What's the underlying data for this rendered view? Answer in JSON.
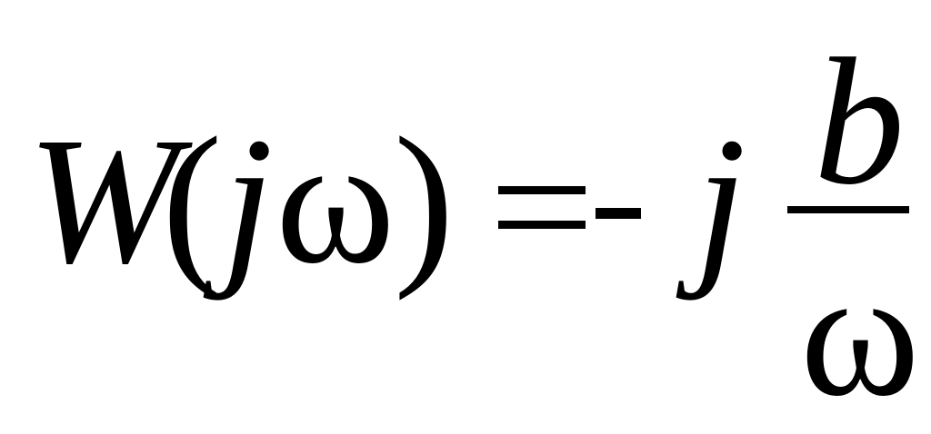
{
  "formula": {
    "function_name": "W",
    "open_paren": "(",
    "arg_imaginary": "j",
    "arg_omega": "ω",
    "close_paren": ")",
    "equals": "=",
    "minus": "-",
    "coef_imaginary": "j",
    "fraction": {
      "numerator": "b",
      "denominator": "ω"
    }
  }
}
